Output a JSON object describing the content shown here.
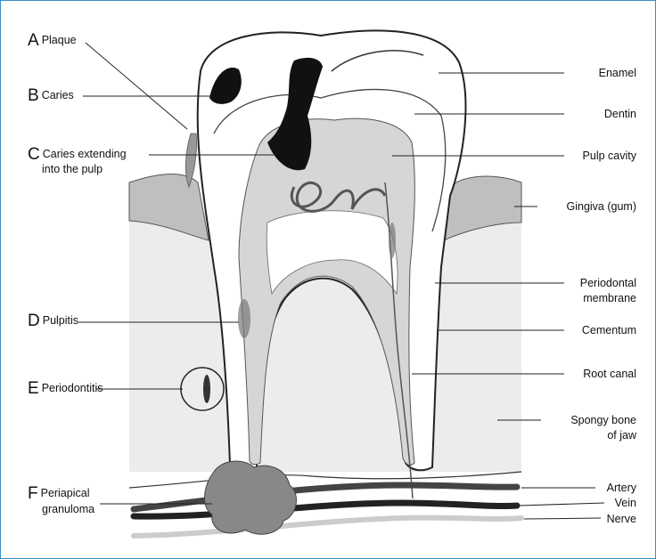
{
  "left_labels": [
    {
      "letter": "A",
      "text": "Plaque"
    },
    {
      "letter": "B",
      "text": "Caries"
    },
    {
      "letter": "C",
      "text": "Caries extending",
      "text2": "into the pulp"
    },
    {
      "letter": "D",
      "text": "Pulpitis"
    },
    {
      "letter": "E",
      "text": "Periodontitis"
    },
    {
      "letter": "F",
      "text": "Periapical",
      "text2": "granuloma"
    }
  ],
  "right_labels": [
    {
      "text": "Enamel"
    },
    {
      "text": "Dentin"
    },
    {
      "text": "Pulp cavity"
    },
    {
      "text": "Gingiva (gum)"
    },
    {
      "text": "Periodontal",
      "text2": "membrane"
    },
    {
      "text": "Cementum"
    },
    {
      "text": "Root canal"
    },
    {
      "text": "Spongy bone",
      "text2": "of jaw"
    },
    {
      "text": "Artery"
    },
    {
      "text": "Vein"
    },
    {
      "text": "Nerve"
    }
  ],
  "colors": {
    "frame": "#3a8fc7",
    "decay": "#111111",
    "gum": "#bfbfbf",
    "pulp": "#d6d6d6"
  }
}
